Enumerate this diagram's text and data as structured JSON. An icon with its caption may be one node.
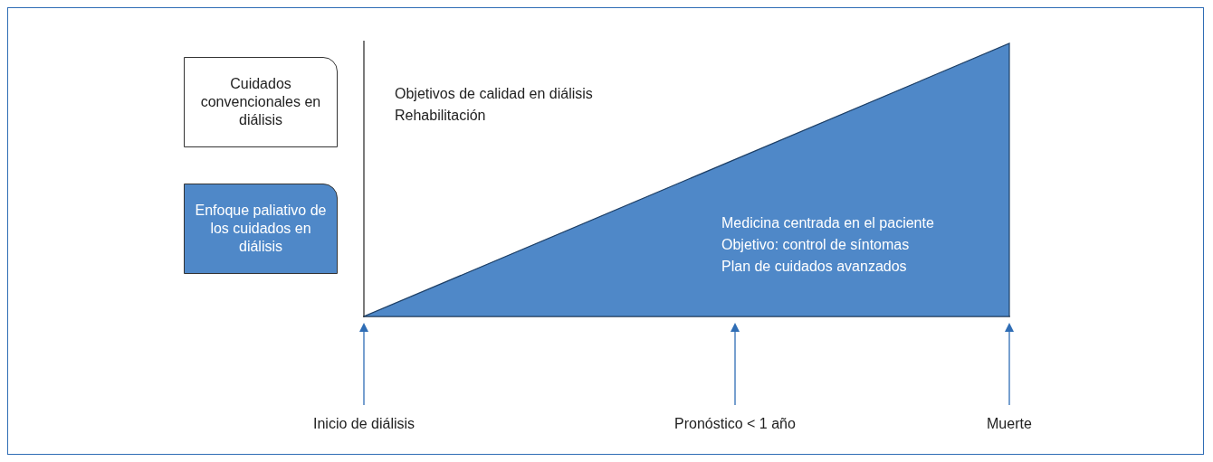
{
  "diagram": {
    "nodes": [
      {
        "text": [
          "Cuidados convencionales en diálisis"
        ]
      },
      {
        "text": [
          "Enfoque paliativo de los cuidados en diálisis"
        ]
      },
      {
        "text": [
          "Medicina centrada en el paciente",
          "Objetivo: control de síntomas",
          "Plan de cuidados avanzados"
        ]
      },
      {
        "text": [
          "Inicio de diálisis"
        ]
      },
      {
        "text": [
          "Pronóstico < 1 año"
        ]
      },
      {
        "text": [
          "Muerte"
        ]
      }
    ],
    "edges": [
      {
        "from": 3,
        "to": 2,
        "arrow": "to"
      },
      {
        "from": 4,
        "to": 2,
        "arrow": "to"
      },
      {
        "from": 5,
        "to": 2,
        "arrow": "to"
      }
    ],
    "labels": [
      "Objetivos de calidad en diálisis",
      "Rehabilitación"
    ]
  }
}
